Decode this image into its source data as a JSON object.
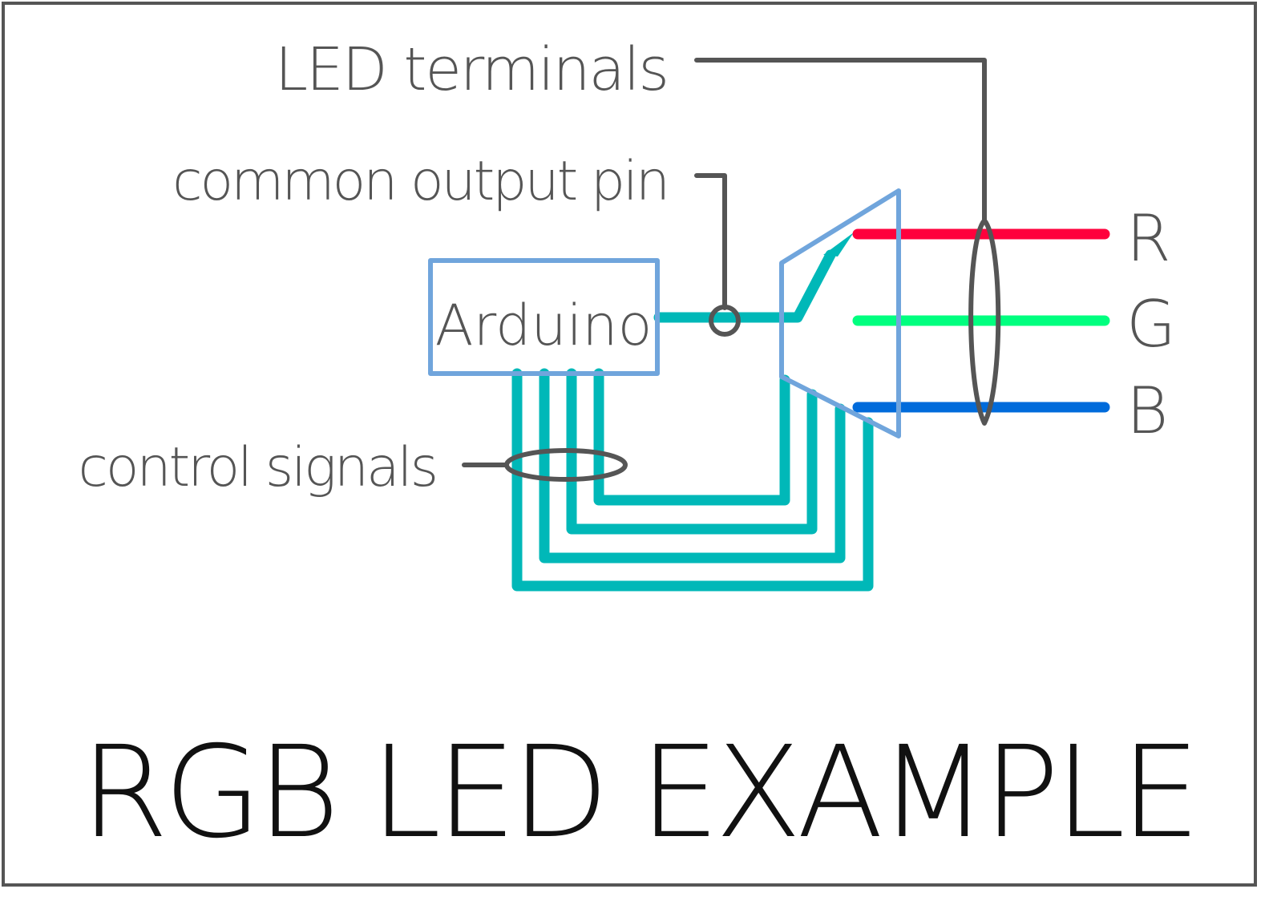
{
  "diagram": {
    "title": "RGB LED EXAMPLE",
    "labels": {
      "led_terminals": "LED terminals",
      "common_output_pin": "common output pin",
      "control_signals": "control signals",
      "arduino": "Arduino"
    },
    "channels": [
      {
        "name": "R",
        "color": "#ff003c"
      },
      {
        "name": "G",
        "color": "#00ff7f"
      },
      {
        "name": "B",
        "color": "#006bdb"
      }
    ],
    "colors": {
      "wire": "#00b8b8",
      "block_outline": "#70a5dc",
      "annotation": "#555555",
      "frame": "#555555"
    },
    "control_signal_count": 4
  }
}
